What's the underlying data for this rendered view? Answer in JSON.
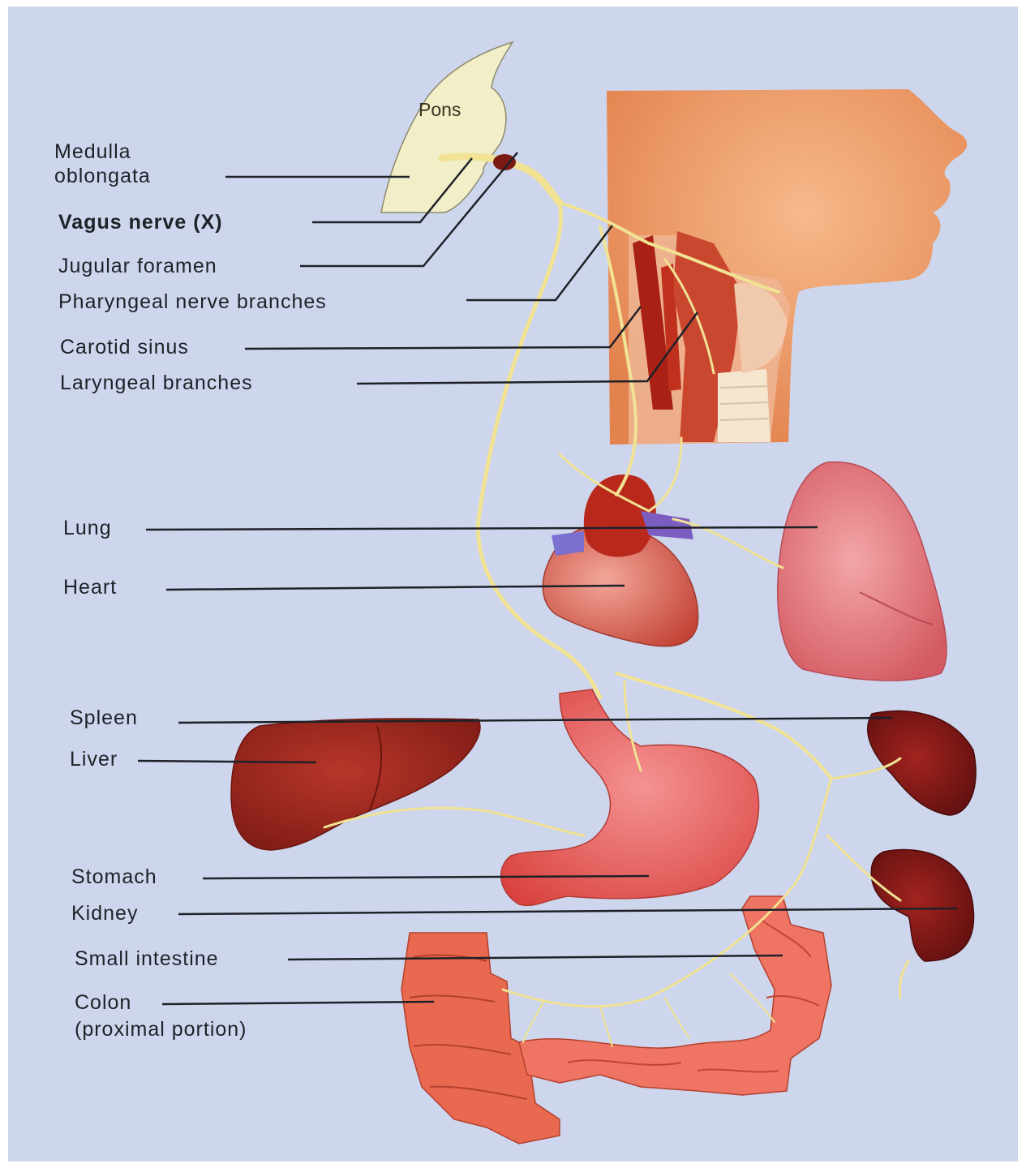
{
  "figure": {
    "pons_label": "Pons",
    "labels": [
      {
        "id": "medulla",
        "line1": "Medulla",
        "line2": "oblongata"
      },
      {
        "id": "vagus",
        "text": "Vagus nerve (X)"
      },
      {
        "id": "jugular",
        "text": "Jugular foramen"
      },
      {
        "id": "pharyngeal",
        "text": "Pharyngeal nerve branches"
      },
      {
        "id": "carotid",
        "text": "Carotid sinus"
      },
      {
        "id": "laryngeal",
        "text": "Laryngeal branches"
      },
      {
        "id": "lung",
        "text": "Lung"
      },
      {
        "id": "heart",
        "text": "Heart"
      },
      {
        "id": "spleen",
        "text": "Spleen"
      },
      {
        "id": "liver",
        "text": "Liver"
      },
      {
        "id": "stomach",
        "text": "Stomach"
      },
      {
        "id": "kidney",
        "text": "Kidney"
      },
      {
        "id": "small_intestine",
        "text": "Small intestine"
      },
      {
        "id": "colon",
        "line1": "Colon",
        "line2": "(proximal portion)"
      }
    ]
  },
  "colors": {
    "background": "#cdd6ec",
    "nerve": "#f2e39a",
    "organ_red": "#a32c20",
    "organ_pink": "#e9767a",
    "skin": "#f2a676",
    "leader": "#1f2128"
  }
}
